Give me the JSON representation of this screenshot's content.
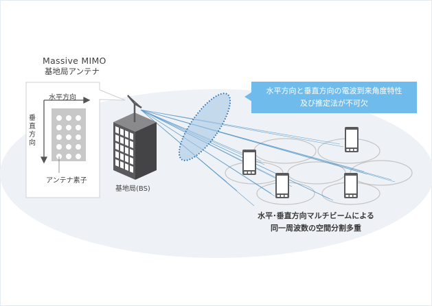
{
  "antenna_panel": {
    "title": "Massive MIMO",
    "subtitle": "基地局アンテナ",
    "horizontal_label": "水平方向",
    "vertical_label": "垂直方向",
    "element_label": "アンテナ素子",
    "element_grid": {
      "rows": 5,
      "cols": 3
    }
  },
  "base_station": {
    "label": "基地局(BS)",
    "icon": "building-with-antenna-icon"
  },
  "callout": {
    "line1": "水平方向と垂直方向の電波到来角度特性",
    "line2": "及び推定法が不可欠"
  },
  "caption": {
    "line1": "水平･垂直方向マルチビームによる",
    "line2": "同一周波数の空間分割多重"
  },
  "terminals": {
    "count": 4,
    "icon": "smartphone-icon",
    "cells": 6
  },
  "colors": {
    "callout_bg": "#6fbcec",
    "beam": "#4a8fc4",
    "ground": "#eef2f6",
    "building": "#5a5a5c",
    "antenna_panel": "#c8c8c8"
  }
}
